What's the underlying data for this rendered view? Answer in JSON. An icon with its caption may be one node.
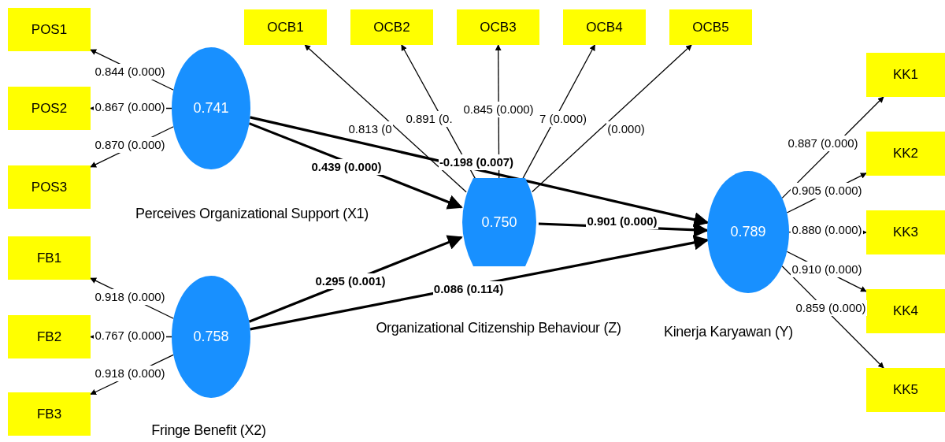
{
  "diagram": {
    "nodes": [
      {
        "text": [
          "POS1"
        ]
      },
      {
        "text": [
          "POS2"
        ]
      },
      {
        "text": [
          "POS3"
        ]
      },
      {
        "text": [
          "FB1"
        ]
      },
      {
        "text": [
          "FB2"
        ]
      },
      {
        "text": [
          "FB3"
        ]
      },
      {
        "text": [
          "0.741"
        ],
        "beside": [
          "Perceives Organizational Support (X1)"
        ]
      },
      {
        "text": [
          "0.758"
        ],
        "beside": [
          "Fringe Benefit (X2)"
        ]
      },
      {
        "text": [
          "OCB1"
        ]
      },
      {
        "text": [
          "OCB2"
        ]
      },
      {
        "text": [
          "OCB3"
        ]
      },
      {
        "text": [
          "OCB4"
        ]
      },
      {
        "text": [
          "OCB5"
        ]
      },
      {
        "text": [
          "0.750"
        ],
        "beside": [
          "Organizational Citizenship Behaviour (Z)"
        ]
      },
      {
        "text": [
          "0.789"
        ],
        "beside": [
          "Kinerja Karyawan (Y)"
        ]
      },
      {
        "text": [
          "KK1"
        ]
      },
      {
        "text": [
          "KK2"
        ]
      },
      {
        "text": [
          "KK3"
        ]
      },
      {
        "text": [
          "KK4"
        ]
      },
      {
        "text": [
          "KK5"
        ]
      }
    ],
    "edges": [
      {
        "from": 6,
        "to": 0,
        "arrow": "to",
        "label": "0.844 (0.000)"
      },
      {
        "from": 6,
        "to": 1,
        "arrow": "to",
        "label": "0.867 (0.000)"
      },
      {
        "from": 6,
        "to": 2,
        "arrow": "to",
        "label": "0.870 (0.000)"
      },
      {
        "from": 7,
        "to": 3,
        "arrow": "to",
        "label": "0.918 (0.000)"
      },
      {
        "from": 7,
        "to": 4,
        "arrow": "to",
        "label": "0.767 (0.000)"
      },
      {
        "from": 7,
        "to": 5,
        "arrow": "to",
        "label": "0.918 (0.000)"
      },
      {
        "from": 13,
        "to": 8,
        "arrow": "to",
        "label": "0.813 (0"
      },
      {
        "from": 13,
        "to": 9,
        "arrow": "to",
        "label": "0.891 (0."
      },
      {
        "from": 13,
        "to": 10,
        "arrow": "to",
        "label": "0.845 (0.000)"
      },
      {
        "from": 13,
        "to": 11,
        "arrow": "to",
        "label": "7 (0.000)"
      },
      {
        "from": 13,
        "to": 12,
        "arrow": "to",
        "label": "(0.000)"
      },
      {
        "from": 14,
        "to": 15,
        "arrow": "to",
        "label": "0.887 (0.000)"
      },
      {
        "from": 14,
        "to": 16,
        "arrow": "to",
        "label": "0.905 (0.000)"
      },
      {
        "from": 14,
        "to": 17,
        "arrow": "to",
        "label": "0.880 (0.000)"
      },
      {
        "from": 14,
        "to": 18,
        "arrow": "to",
        "label": "0.910 (0.000)"
      },
      {
        "from": 14,
        "to": 19,
        "arrow": "to",
        "label": "0.859 (0.000)"
      },
      {
        "from": 6,
        "to": 13,
        "arrow": "to",
        "label": "0.439 (0.000)",
        "style": "thick"
      },
      {
        "from": 6,
        "to": 14,
        "arrow": "to",
        "label": "-0.198 (0.007)",
        "style": "thick"
      },
      {
        "from": 7,
        "to": 13,
        "arrow": "to",
        "label": "0.295 (0.001)",
        "style": "thick"
      },
      {
        "from": 7,
        "to": 14,
        "arrow": "to",
        "label": "0.086 (0.114)",
        "style": "thick"
      },
      {
        "from": 13,
        "to": 14,
        "arrow": "to",
        "label": "0.901 (0.000)",
        "style": "thick"
      }
    ]
  }
}
